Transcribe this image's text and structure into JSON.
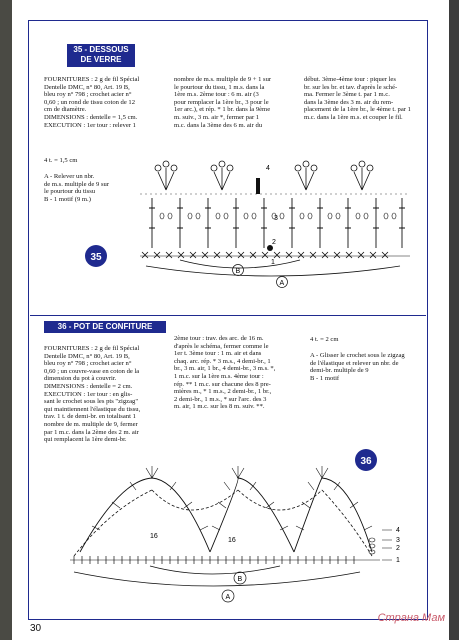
{
  "section1": {
    "title_line1": "35 - DESSOUS",
    "title_line2": "DE VERRE",
    "col1": "FOURNITURES : 2 g de fil Spécial\nDentelle DMC, n° 80, Art. 19 B,\nbleu roy n° 798 ; crochet acier n°\n0,60 ; un rond de tissu coton de 12\ncm de diamètre.\nDIMENSIONS : dentelle = 1,5 cm.\nEXECUTION : 1er tour : relever 1",
    "col2": "nombre de m.s. multiple de 9 + 1 sur\nle pourtour du tissu, 1 m.s. dans la\n1ère m.s. 2ème tour : 6 m. air (3\npour remplacer la 1ère br., 3 pour le\n1er arc.), et rép. * 1 br. dans la 9ème\nm. suiv., 3 m. air *, fermer par 1\nm.c. dans la 3ème des 6 m. air du",
    "col3": "début. 3ème-4ème tour : piquer les\nbr. sur les br. et tav. d'après le sché-\nma. Fermer le 3ème t. par 1 m.c.\ndans la 3ème des 3 m. air du rem-\nplacement de la 1ère br., le 4ème t. par 1\nm.c. dans la 1ère m.s. et couper le fil.",
    "note": "4 t. = 1,5 cm",
    "legend": "A - Relever un nbr.\nde m.s. multiple de 9 sur\nle pourtour du tissu\nB - 1 motif (9 m.)",
    "badge": "35",
    "label_a": "A",
    "label_b": "B",
    "row_label_4": "4",
    "row_label_3": "3",
    "row_label_2": "2",
    "row_label_1": "1"
  },
  "section2": {
    "title": "36 - POT DE CONFITURE",
    "col1": "FOURNITURES : 2 g de fil Spécial\nDentelle DMC, n° 80, Art. 19 B,\nbleu roy n° 798 ; crochet acier n°\n0,60 ; un couvre-vase en coton de la\ndimension du pot à couvrir.\nDIMENSIONS : dentelle = 2 cm.\nEXECUTION : 1er tour : en glis-\nsant le crochet sous les pts \"zigzag\"\nqui maintiennent l'élastique du tissu,\ntrav. 1 t. de demi-br. en totalisant 1\nnombre de m. multiple de 9, fermer\npar 1 m.c. dans la 2ème des 2 m. air\nqui remplacent la 1ère demi-br.",
    "col2": "2ème tour : trav. des arc. de 16 m.\nd'après le schéma, fermer comme le\n1er t. 3ème tour : 1 m. air et dans\nchaq. arc. rép. * 3 m.s., 4 demi-br., 1\nbr., 3 m. air, 1 br., 4 demi-br., 3 m.s. *,\n1 m.c. sur la 1ère m.s. 4ème tour :\nrép. ** 1 m.c. sur chacune des 8 pre-\nmières m., * 1 m.s., 2 demi-br., 1 br.,\n2 demi-br., 1 m.s., * sur l'arc. des 3\nm. air, 1 m.c. sur les 8 m. suiv. **.",
    "note": "4 t. = 2 cm",
    "legend": "A - Glisser le crochet sous le zigzag\nde l'élastique et relever un nbr. de\ndemi-br. multiple de 9\nB - 1 motif",
    "badge": "36",
    "label_a": "A",
    "label_b": "B",
    "arc_count_left": "16",
    "arc_count_right": "16",
    "row_label_4": "4",
    "row_label_3": "3",
    "row_label_2": "2",
    "row_label_1": "1"
  },
  "footer": {
    "page_number": "30",
    "watermark": "Страна Мам"
  },
  "colors": {
    "accent": "#1f2a8f",
    "badge": "#1f2a8f",
    "watermark": "#c95a6a"
  }
}
